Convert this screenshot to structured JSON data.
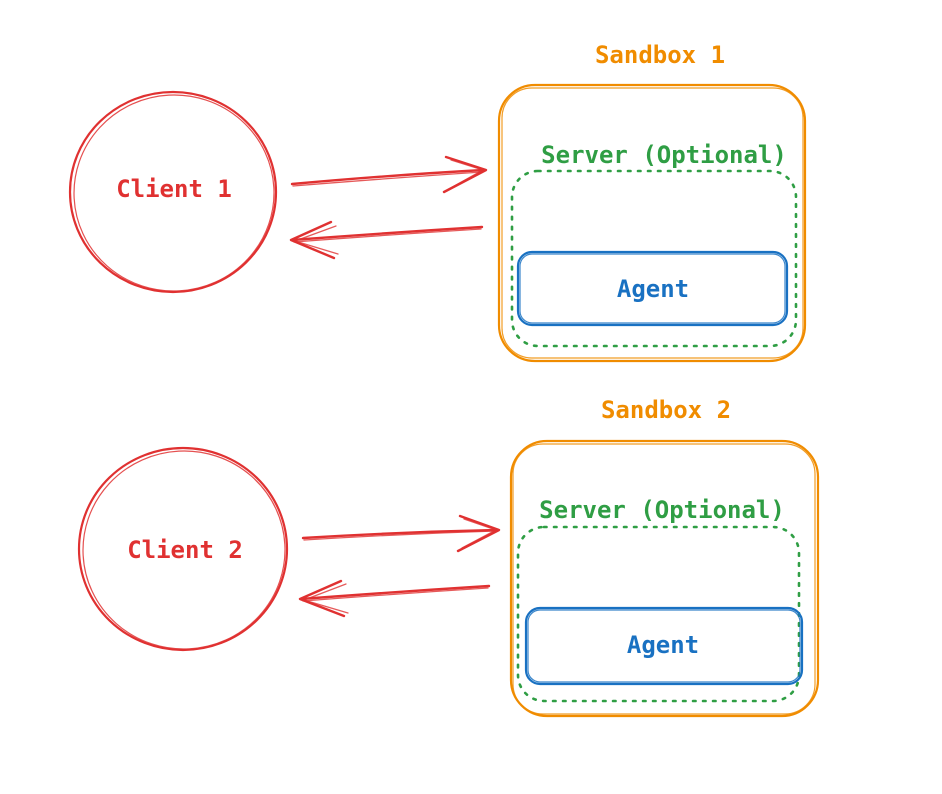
{
  "diagram": {
    "flows": [
      {
        "client_label": "Client 1",
        "sandbox_title": "Sandbox 1",
        "server_label": "Server (Optional)",
        "agent_label": "Agent"
      },
      {
        "client_label": "Client 2",
        "sandbox_title": "Sandbox 2",
        "server_label": "Server (Optional)",
        "agent_label": "Agent"
      }
    ],
    "connections": [
      {
        "from": "Client 1",
        "to": "Sandbox 1",
        "direction": "right"
      },
      {
        "from": "Sandbox 1",
        "to": "Client 1",
        "direction": "left"
      },
      {
        "from": "Client 2",
        "to": "Sandbox 2",
        "direction": "right"
      },
      {
        "from": "Sandbox 2",
        "to": "Client 2",
        "direction": "left"
      }
    ],
    "colors": {
      "client": "#e03131",
      "arrow": "#e03131",
      "sandbox": "#f08c00",
      "server": "#2f9e44",
      "agent": "#1971c2",
      "background": "#ffffff"
    }
  }
}
